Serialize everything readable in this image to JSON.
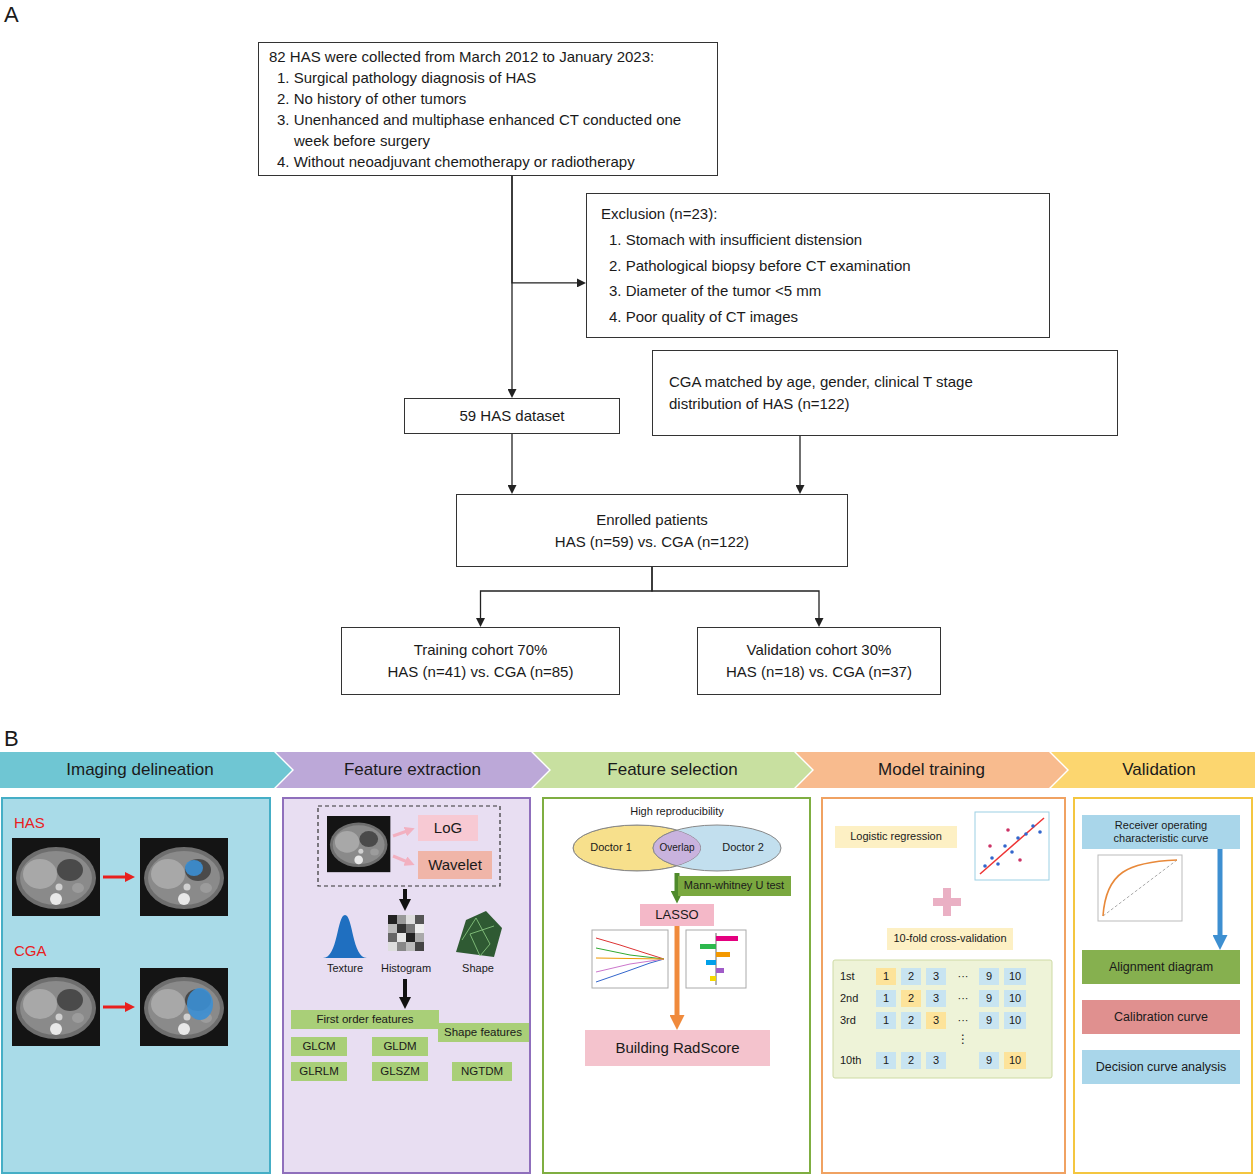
{
  "diagram": {
    "nodes": [
      {
        "text": [
          "82 HAS were collected from March 2012 to January 2023:",
          "1. Surgical pathology diagnosis of HAS",
          "2. No history of other tumors",
          "3. Unenhanced and multiphase enhanced CT conducted one week before surgery",
          "4. Without neoadjuvant chemotherapy or radiotherapy"
        ]
      },
      {
        "text": [
          "Exclusion (n=23):",
          "1. Stomach with insufficient distension",
          "2. Pathological biopsy before CT examination",
          "3. Diameter of the tumor <5 mm",
          "4. Poor quality of CT images"
        ]
      },
      {
        "text": [
          "59 HAS dataset"
        ]
      },
      {
        "text": [
          "CGA matched by age, gender, clinical T stage distribution of HAS (n=122)"
        ]
      },
      {
        "text": [
          "Enrolled patients",
          "HAS (n=59) vs. CGA (n=122)"
        ]
      },
      {
        "text": [
          "Training cohort 70%",
          "HAS (n=41) vs. CGA (n=85)"
        ]
      },
      {
        "text": [
          "Validation cohort 30%",
          "HAS (n=18) vs. CGA (n=37)"
        ]
      },
      {
        "text": [
          "Imaging delineation"
        ]
      },
      {
        "text": [
          "Feature extraction"
        ]
      },
      {
        "text": [
          "Feature selection"
        ]
      },
      {
        "text": [
          "Model training"
        ]
      },
      {
        "text": [
          "Validation"
        ]
      },
      {
        "text": [
          "LoG"
        ]
      },
      {
        "text": [
          "Wavelet"
        ]
      },
      {
        "text": [
          "First order features"
        ]
      },
      {
        "text": [
          "GLCM"
        ]
      },
      {
        "text": [
          "GLDM"
        ]
      },
      {
        "text": [
          "Shape features"
        ]
      },
      {
        "text": [
          "GLRLM"
        ]
      },
      {
        "text": [
          "GLSZM"
        ]
      },
      {
        "text": [
          "NGTDM"
        ]
      },
      {
        "text": [
          "Doctor 1"
        ]
      },
      {
        "text": [
          "Doctor 2"
        ]
      },
      {
        "text": [
          "Mann-whitney U test"
        ]
      },
      {
        "text": [
          "LASSO"
        ]
      },
      {
        "text": [
          "Building RadScore"
        ]
      },
      {
        "text": [
          "Logistic regression"
        ]
      },
      {
        "text": [
          "10-fold cross-validation"
        ]
      },
      {
        "text": [
          "Receiver operating characteristic curve"
        ]
      },
      {
        "text": [
          "Alignment diagram"
        ]
      },
      {
        "text": [
          "Calibration curve"
        ]
      },
      {
        "text": [
          "Decision curve analysis"
        ]
      }
    ],
    "edges": [
      {
        "from": 0,
        "to": 2,
        "arrow": "to"
      },
      {
        "from": 0,
        "to": 1,
        "arrow": "to"
      },
      {
        "from": 2,
        "to": 4,
        "arrow": "to"
      },
      {
        "from": 3,
        "to": 4,
        "arrow": "to"
      },
      {
        "from": 4,
        "to": 5,
        "arrow": "to"
      },
      {
        "from": 4,
        "to": 6,
        "arrow": "to"
      },
      {
        "from": 24,
        "to": 25,
        "arrow": "to"
      },
      {
        "from": 28,
        "to": 29,
        "arrow": "to"
      }
    ],
    "labels": [
      "A",
      "B",
      "HAS",
      "CGA",
      "Texture",
      "Histogram",
      "Shape",
      "High reproducibility",
      "Overlap",
      "1st",
      "1",
      "2",
      "3",
      "···",
      "9",
      "10",
      "2nd",
      "1",
      "2",
      "3",
      "···",
      "9",
      "10",
      "3rd",
      "1",
      "2",
      "3",
      "···",
      "9",
      "10",
      "⋮",
      "10th",
      "1",
      "2",
      "3",
      "9",
      "10"
    ]
  }
}
